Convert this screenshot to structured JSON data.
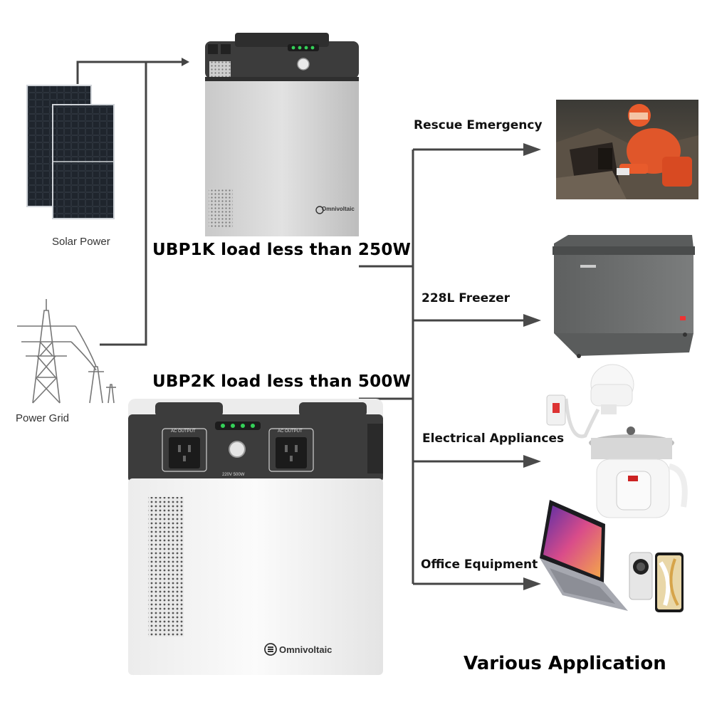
{
  "sources": {
    "solar_label": "Solar Power",
    "grid_label": "Power Grid"
  },
  "products": {
    "ubp1k_label": "UBP1K load less than 250W",
    "ubp2k_label": "UBP2K load less than 500W",
    "brand_name": "Omnivoltaic",
    "ac_output_label": "AC OUTPUT",
    "rating_label": "220V 500W"
  },
  "applications": [
    {
      "label": "Rescue Emergency",
      "icon": "rescue-worker-photo"
    },
    {
      "label": "228L Freezer",
      "icon": "chest-freezer"
    },
    {
      "label": "Electrical Appliances",
      "icon": "light-bulb-and-cooker"
    },
    {
      "label": "Office Equipment",
      "icon": "laptop-and-phone"
    }
  ],
  "footer": {
    "title": "Various Application"
  },
  "colors": {
    "line": "#444444",
    "arrow": "#4a4a4a",
    "unit_dark": "#3c3c3c",
    "unit_body_1k": "#d4d4d4",
    "unit_body_2k": "#f2f2f2",
    "led": "#34d058"
  }
}
